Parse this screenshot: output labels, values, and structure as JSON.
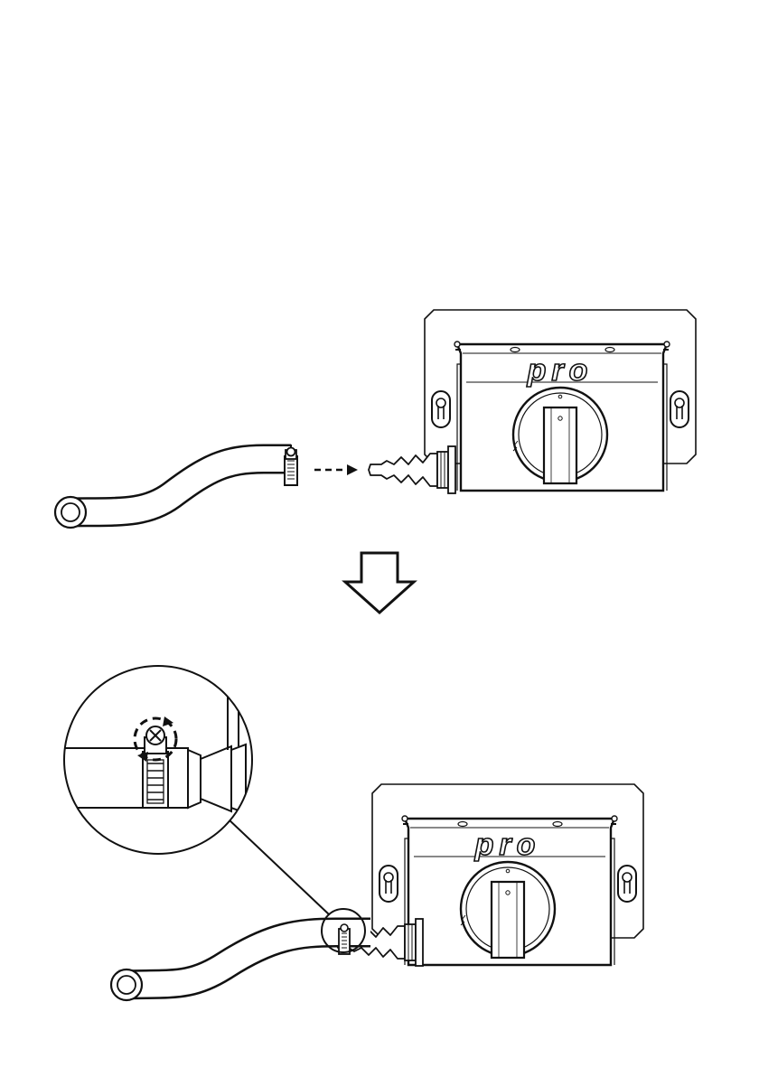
{
  "diagram": {
    "steps": [
      {
        "id": "step-1",
        "caption": ""
      },
      {
        "id": "step-2",
        "caption": ""
      }
    ],
    "brand_label": "pro",
    "colors": {
      "line": "#111111",
      "fill": "#ffffff",
      "paper": "#ffffff"
    },
    "icons": {
      "step_arrow": "down-arrow-icon",
      "connect_arrow": "dashed-right-arrow-icon",
      "clamp_screw": "screw-icon",
      "rotate": "rotate-arrows-icon"
    }
  }
}
